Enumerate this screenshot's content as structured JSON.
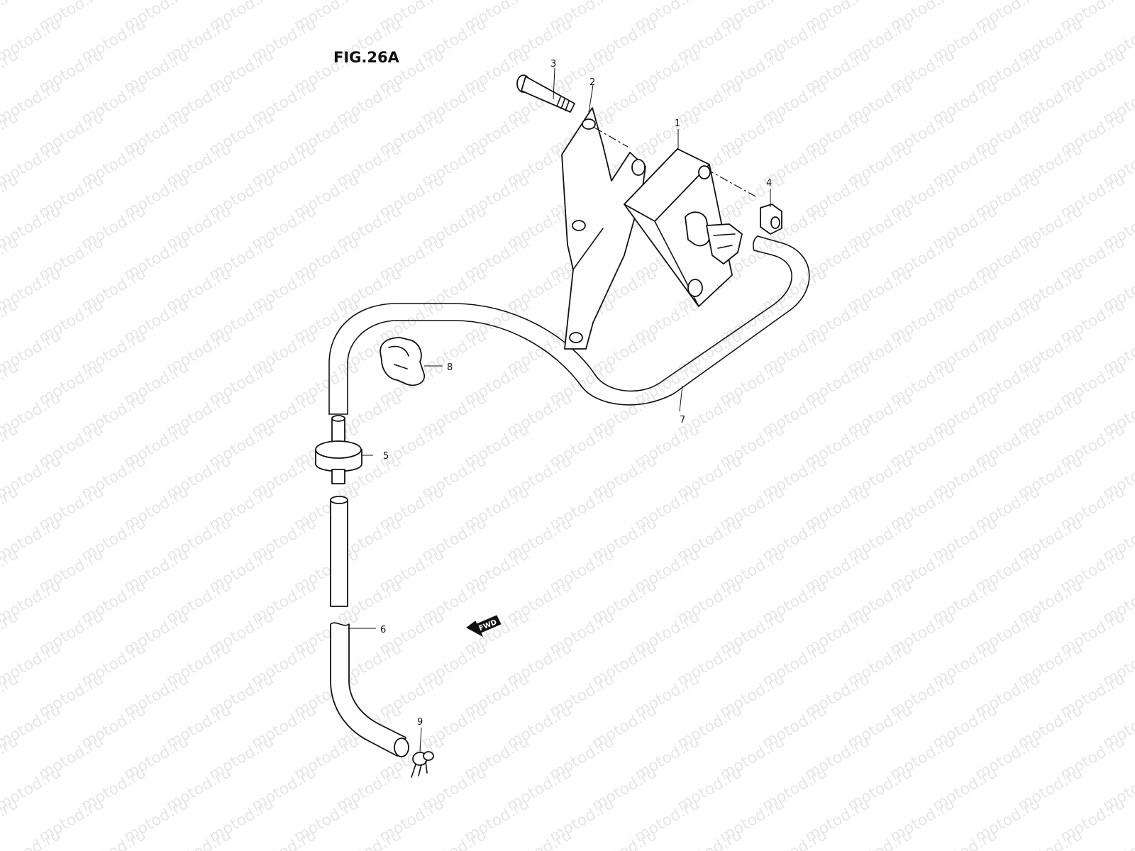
{
  "figure": {
    "title": "FIG.26A",
    "watermark": "motod.ru",
    "fwd_label": "FWD"
  },
  "callouts": [
    "1",
    "2",
    "3",
    "4",
    "5",
    "6",
    "7",
    "8",
    "9"
  ],
  "colors": {
    "line": "#111111",
    "watermark": "#e6e6e6",
    "background": "#ffffff"
  }
}
